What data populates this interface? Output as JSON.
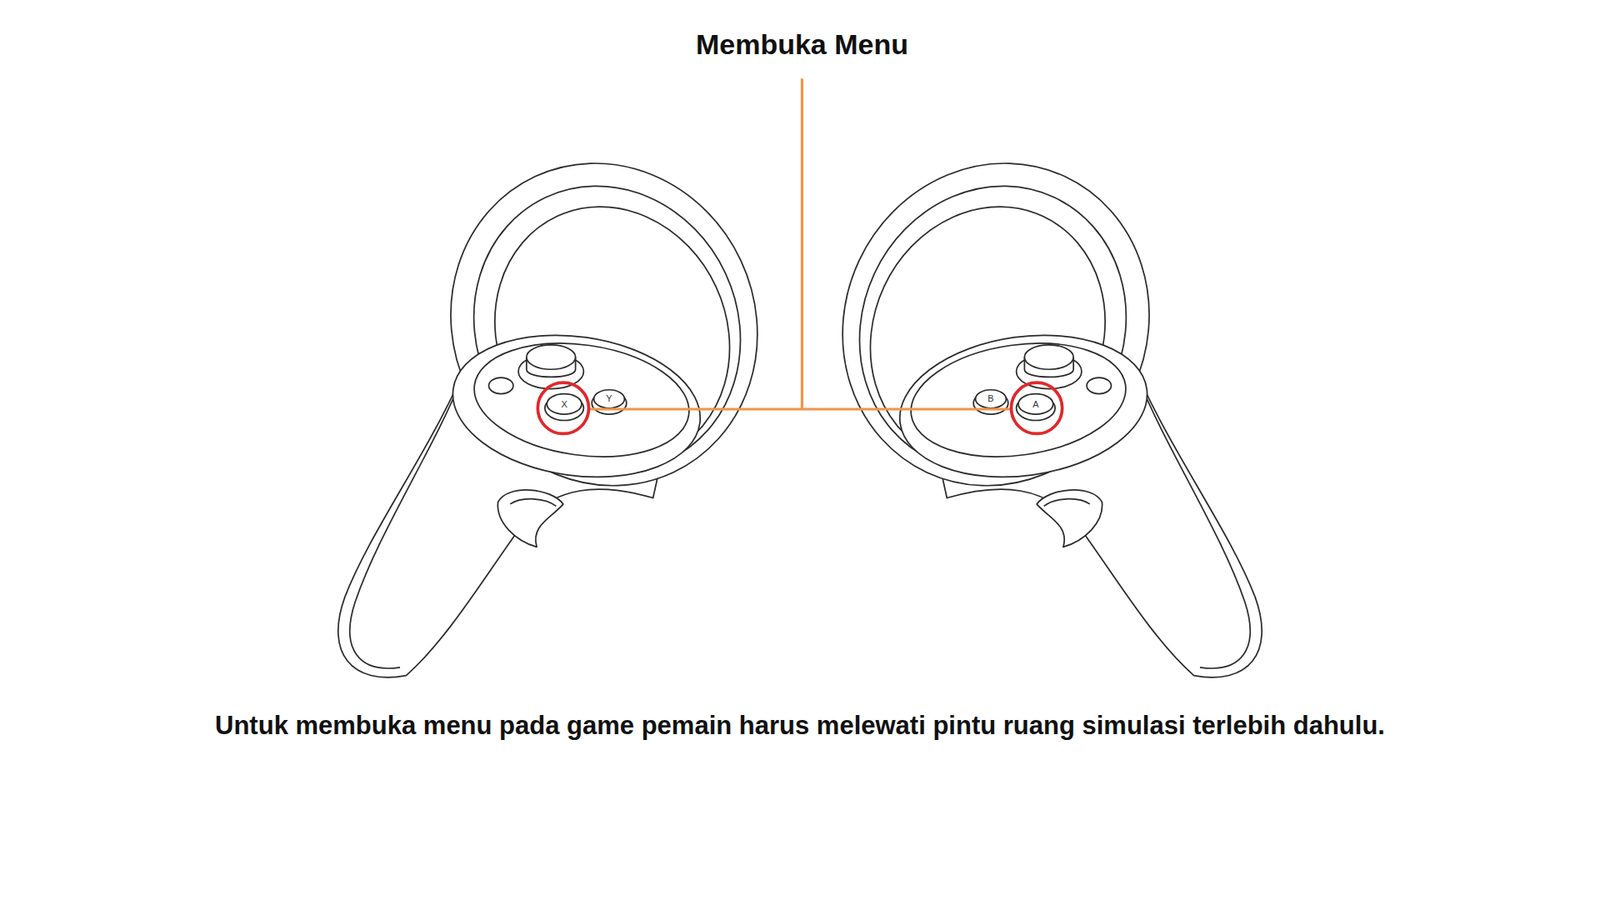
{
  "diagram": {
    "title": "Membuka Menu",
    "caption": "Untuk membuka menu pada game pemain harus melewati pintu ruang simulasi terlebih dahulu.",
    "labels": [
      "X",
      "Y",
      "B",
      "A"
    ]
  }
}
